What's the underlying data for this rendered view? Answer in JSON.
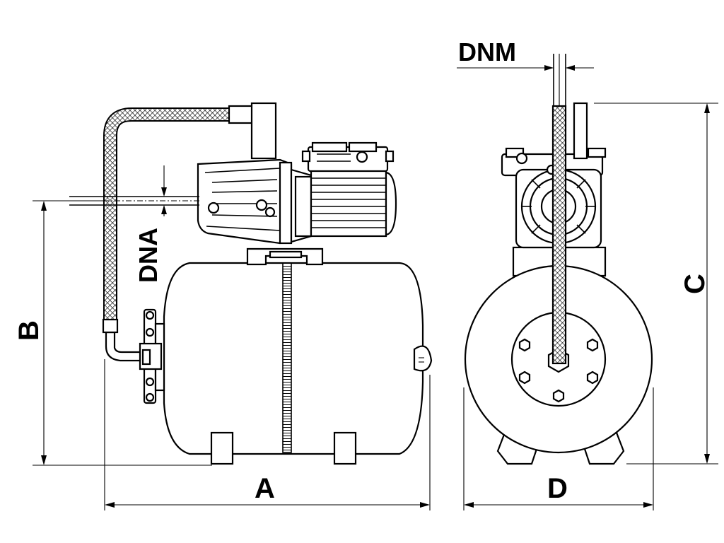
{
  "labels": {
    "dnm": "DNM",
    "dna": "DNA",
    "a": "A",
    "b": "B",
    "c": "C",
    "d": "D"
  },
  "colors": {
    "line": "#000000",
    "background": "#ffffff"
  }
}
